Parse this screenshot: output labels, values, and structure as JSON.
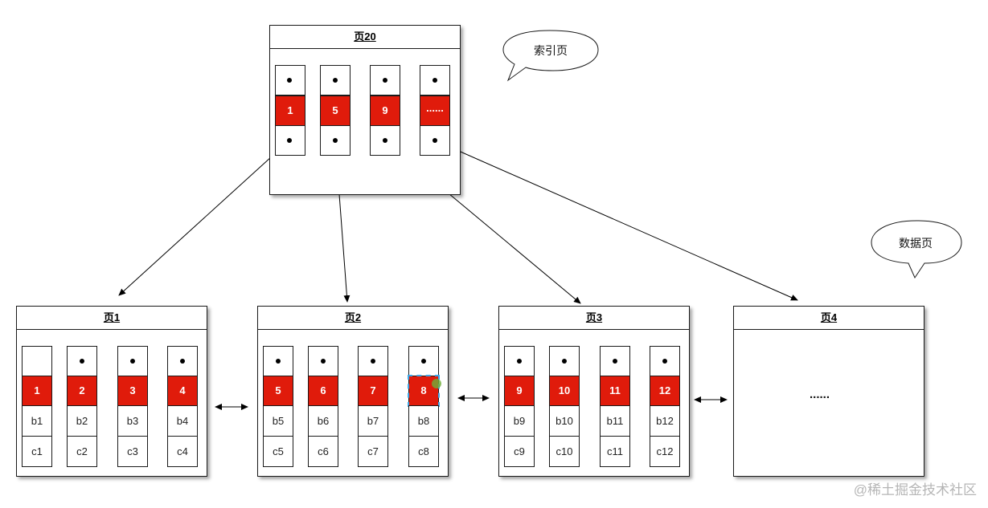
{
  "index_page": {
    "title": "页20",
    "keys": [
      "1",
      "5",
      "9",
      "......"
    ]
  },
  "bubbles": {
    "index_label": "索引页",
    "data_label": "数据页"
  },
  "data_pages": [
    {
      "title": "页1",
      "keys": [
        "1",
        "2",
        "3",
        "4"
      ],
      "b": [
        "b1",
        "b2",
        "b3",
        "b4"
      ],
      "c": [
        "c1",
        "c2",
        "c3",
        "c4"
      ]
    },
    {
      "title": "页2",
      "keys": [
        "5",
        "6",
        "7",
        "8"
      ],
      "b": [
        "b5",
        "b6",
        "b7",
        "b8"
      ],
      "c": [
        "c5",
        "c6",
        "c7",
        "c8"
      ]
    },
    {
      "title": "页3",
      "keys": [
        "9",
        "10",
        "11",
        "12"
      ],
      "b": [
        "b9",
        "b10",
        "b11",
        "b12"
      ],
      "c": [
        "c9",
        "c10",
        "c11",
        "c12"
      ]
    },
    {
      "title": "页4",
      "placeholder": "......"
    }
  ],
  "colors": {
    "key_fill": "#e01b0b",
    "stroke": "#1a1a1a"
  },
  "watermark": "@稀土掘金技术社区"
}
